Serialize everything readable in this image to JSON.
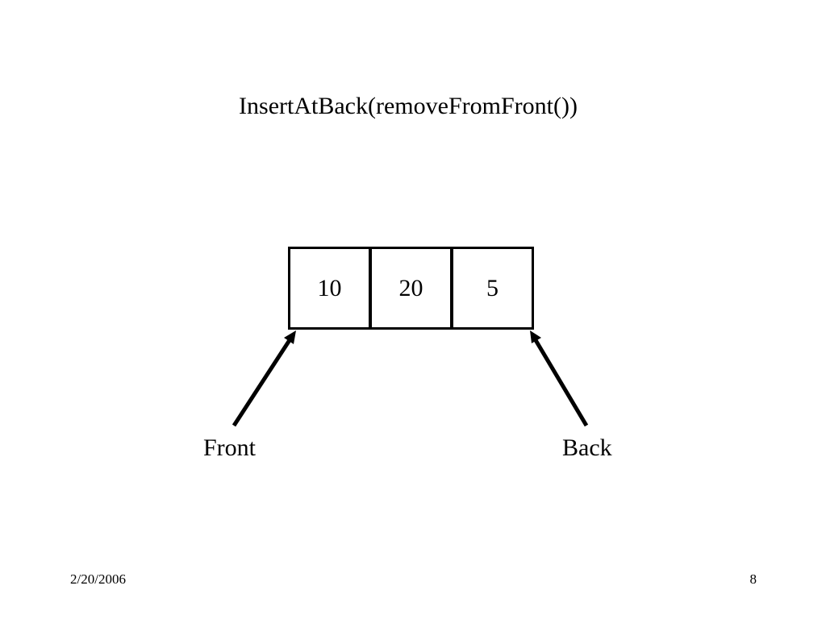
{
  "slide": {
    "title": "InsertAtBack(removeFromFront())",
    "queue": {
      "cells": [
        "10",
        "20",
        "5"
      ]
    },
    "pointers": {
      "front": "Front",
      "back": "Back"
    },
    "footer": {
      "date": "2/20/2006",
      "page_number": "8"
    }
  }
}
